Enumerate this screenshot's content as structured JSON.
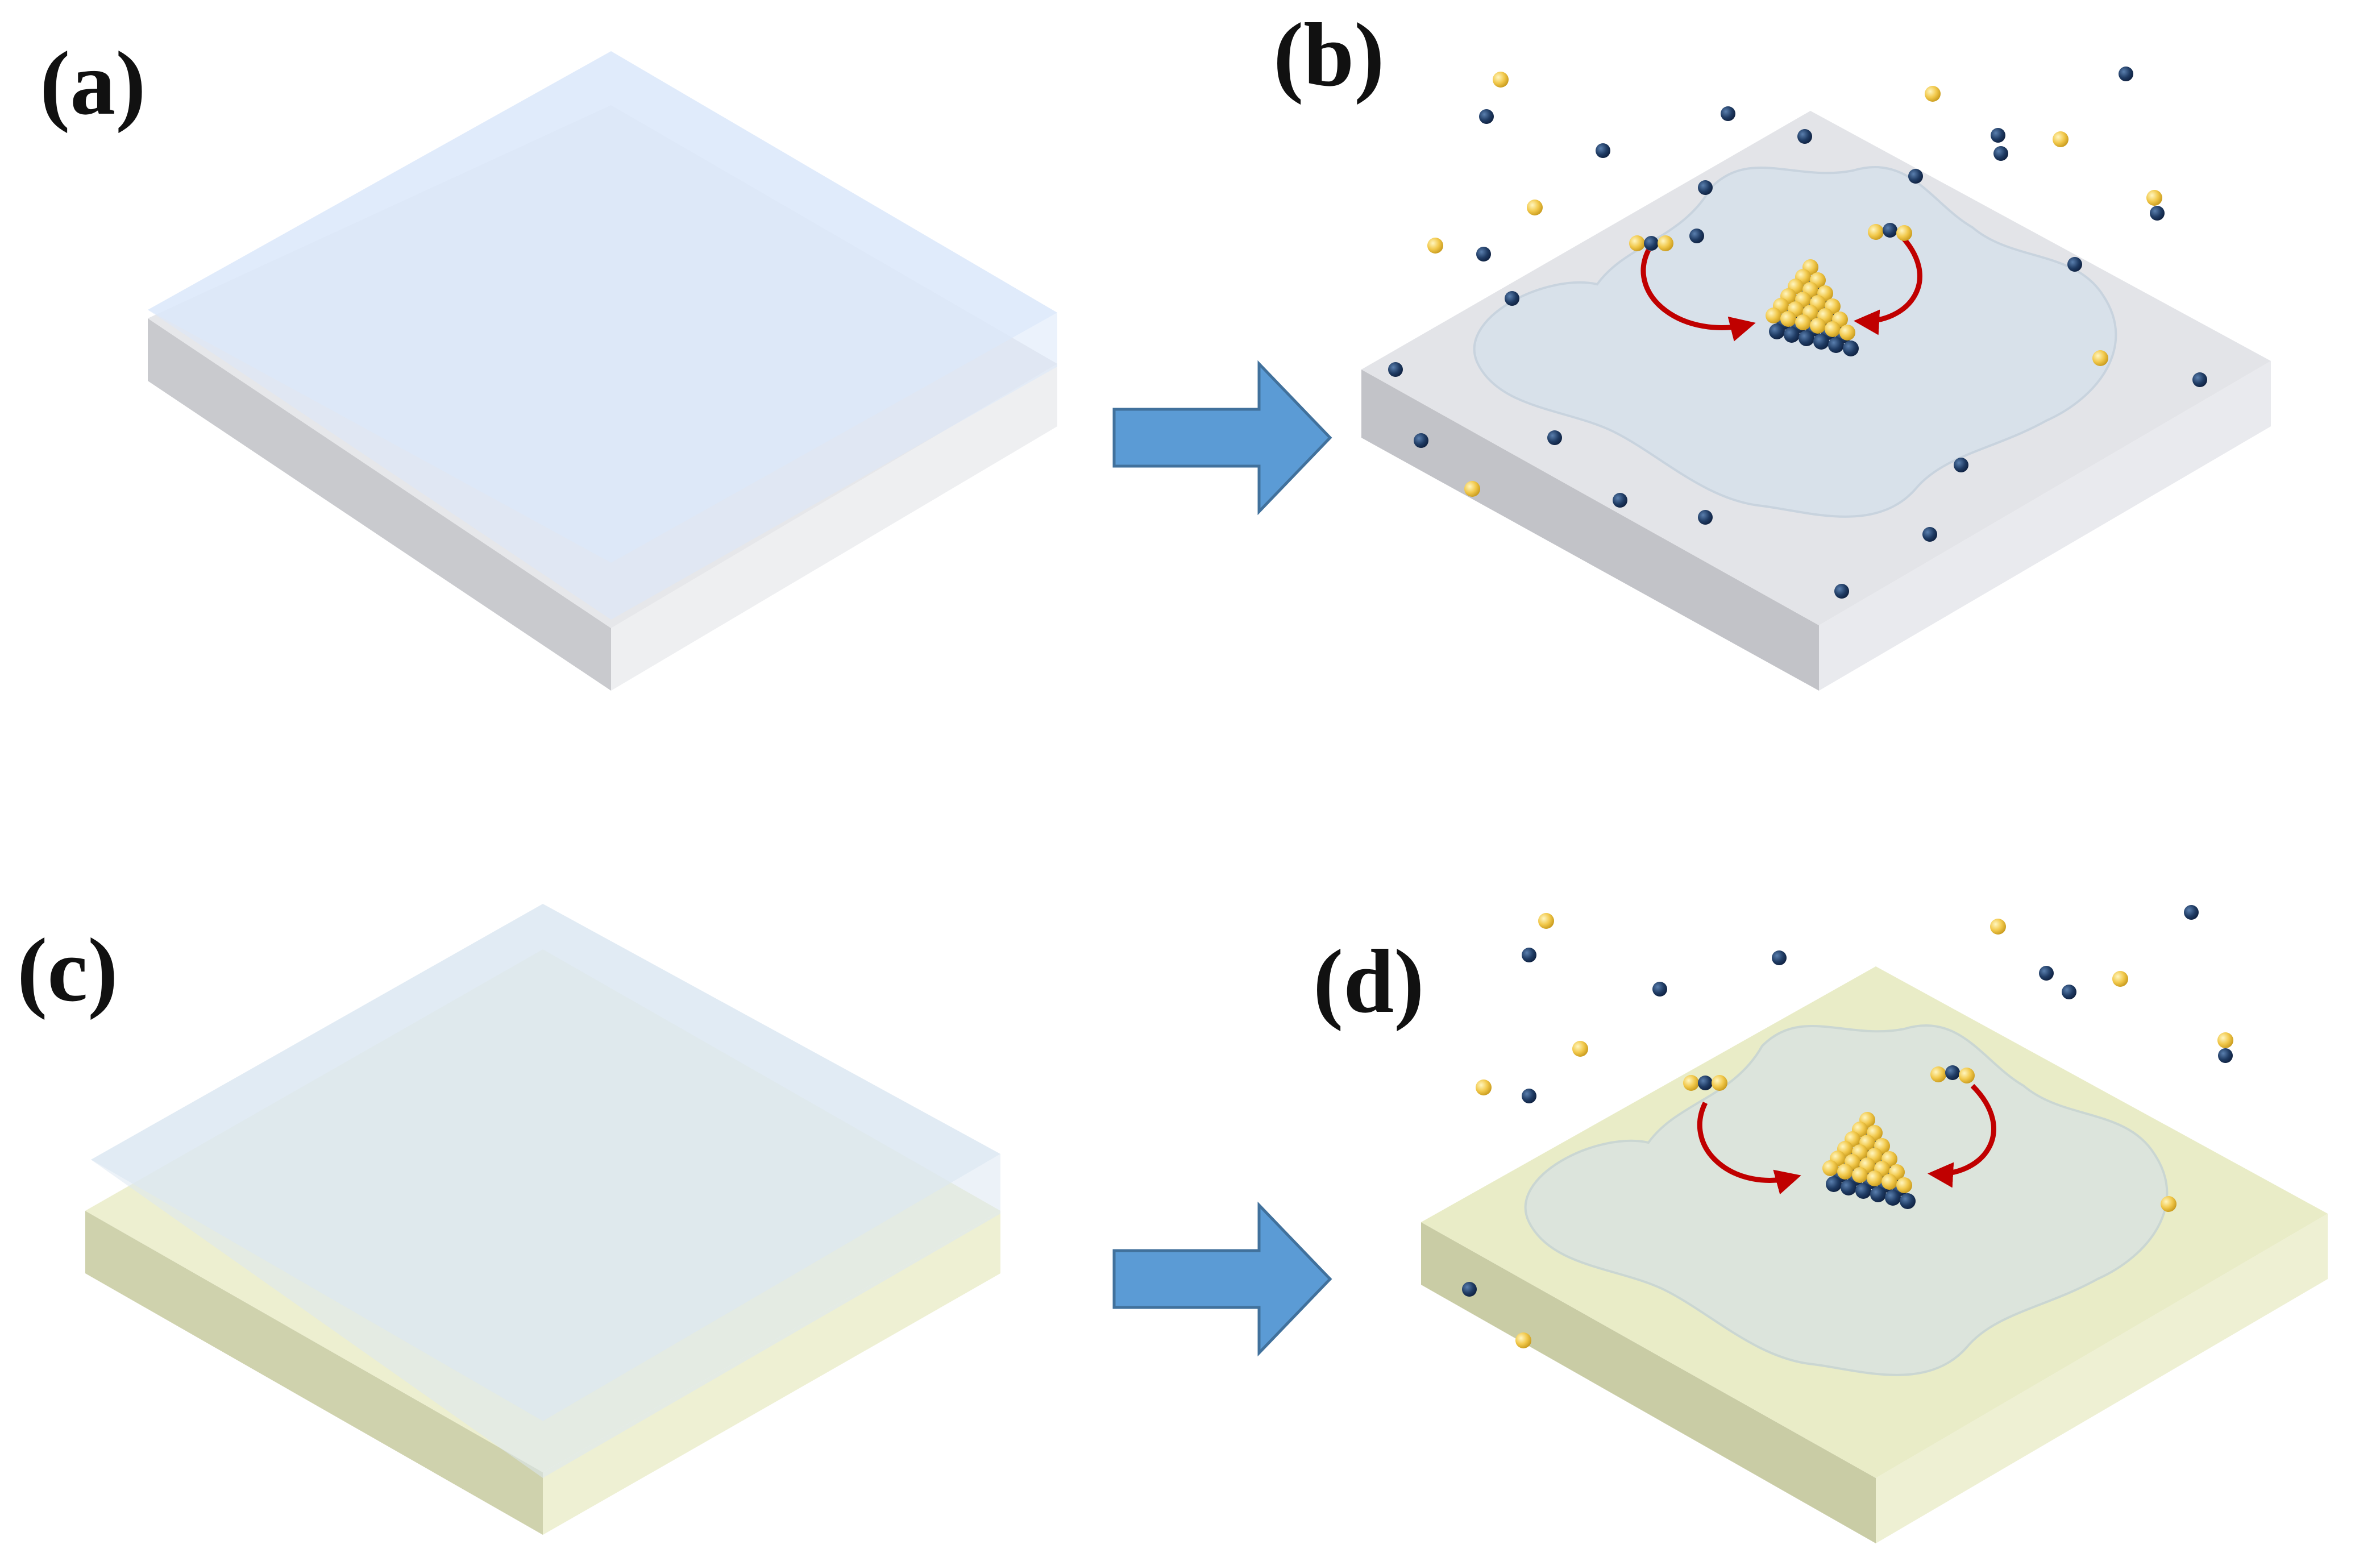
{
  "panels": [
    {
      "id": "a",
      "label": "(a)",
      "substrate_color": "#e6e7ea",
      "substrate_side_color": "#c9cace",
      "film_color": "#dbe8fa",
      "state": "film"
    },
    {
      "id": "b",
      "label": "(b)",
      "substrate_color": "#e3e4e8",
      "substrate_side_color": "#c2c3c8",
      "droplet_color": "#d6e0ea",
      "state": "growth"
    },
    {
      "id": "c",
      "label": "(c)",
      "substrate_color": "#edefd0",
      "substrate_side_color": "#cfd2ad",
      "film_color": "#dce8f2",
      "state": "film"
    },
    {
      "id": "d",
      "label": "(d)",
      "substrate_color": "#e9ecc7",
      "substrate_side_color": "#c9cca5",
      "droplet_color": "#d9e3df",
      "state": "growth"
    }
  ],
  "arrows": [
    {
      "from": "a",
      "to": "b",
      "color": "#5b9bd5"
    },
    {
      "from": "c",
      "to": "d",
      "color": "#5b9bd5"
    }
  ],
  "colors": {
    "atom_gold": "#f2c94c",
    "atom_navy": "#1f3b63",
    "curved_arrow": "#c00000"
  }
}
